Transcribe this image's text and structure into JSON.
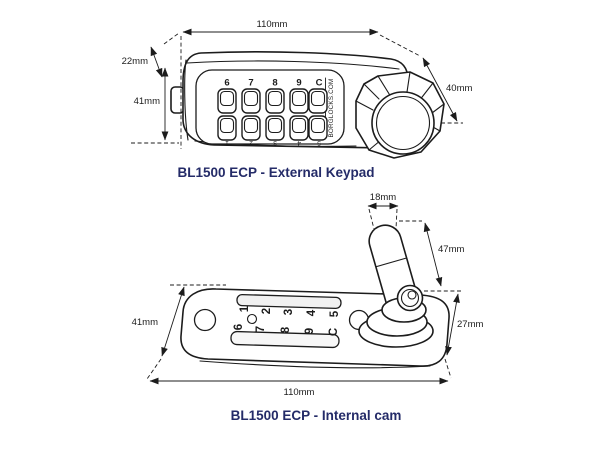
{
  "colors": {
    "line": "#1c1c1c",
    "caption": "#242b68",
    "dimension_text": "#1c1c1c"
  },
  "figures": [
    {
      "caption": "BL1500 ECP - External Keypad",
      "dims": {
        "width": "110mm",
        "depth": "22mm",
        "height": "41mm",
        "knob_diameter": "40mm"
      },
      "keypad": {
        "row_top": [
          "6",
          "7",
          "8",
          "9",
          "C"
        ],
        "row_bottom": [
          "1",
          "2",
          "3",
          "4",
          "5"
        ],
        "brand": "BORGLOCKS.COM"
      }
    },
    {
      "caption": "BL1500 ECP - Internal cam",
      "dims": {
        "cam_width": "18mm",
        "cam_length": "47mm",
        "cam_height": "27mm",
        "height": "41mm",
        "width": "110mm"
      },
      "plate_numbers": {
        "row_top": [
          "1",
          "2",
          "3",
          "4",
          "5"
        ],
        "row_bottom": [
          "6",
          "7",
          "8",
          "9",
          "C"
        ]
      }
    }
  ]
}
